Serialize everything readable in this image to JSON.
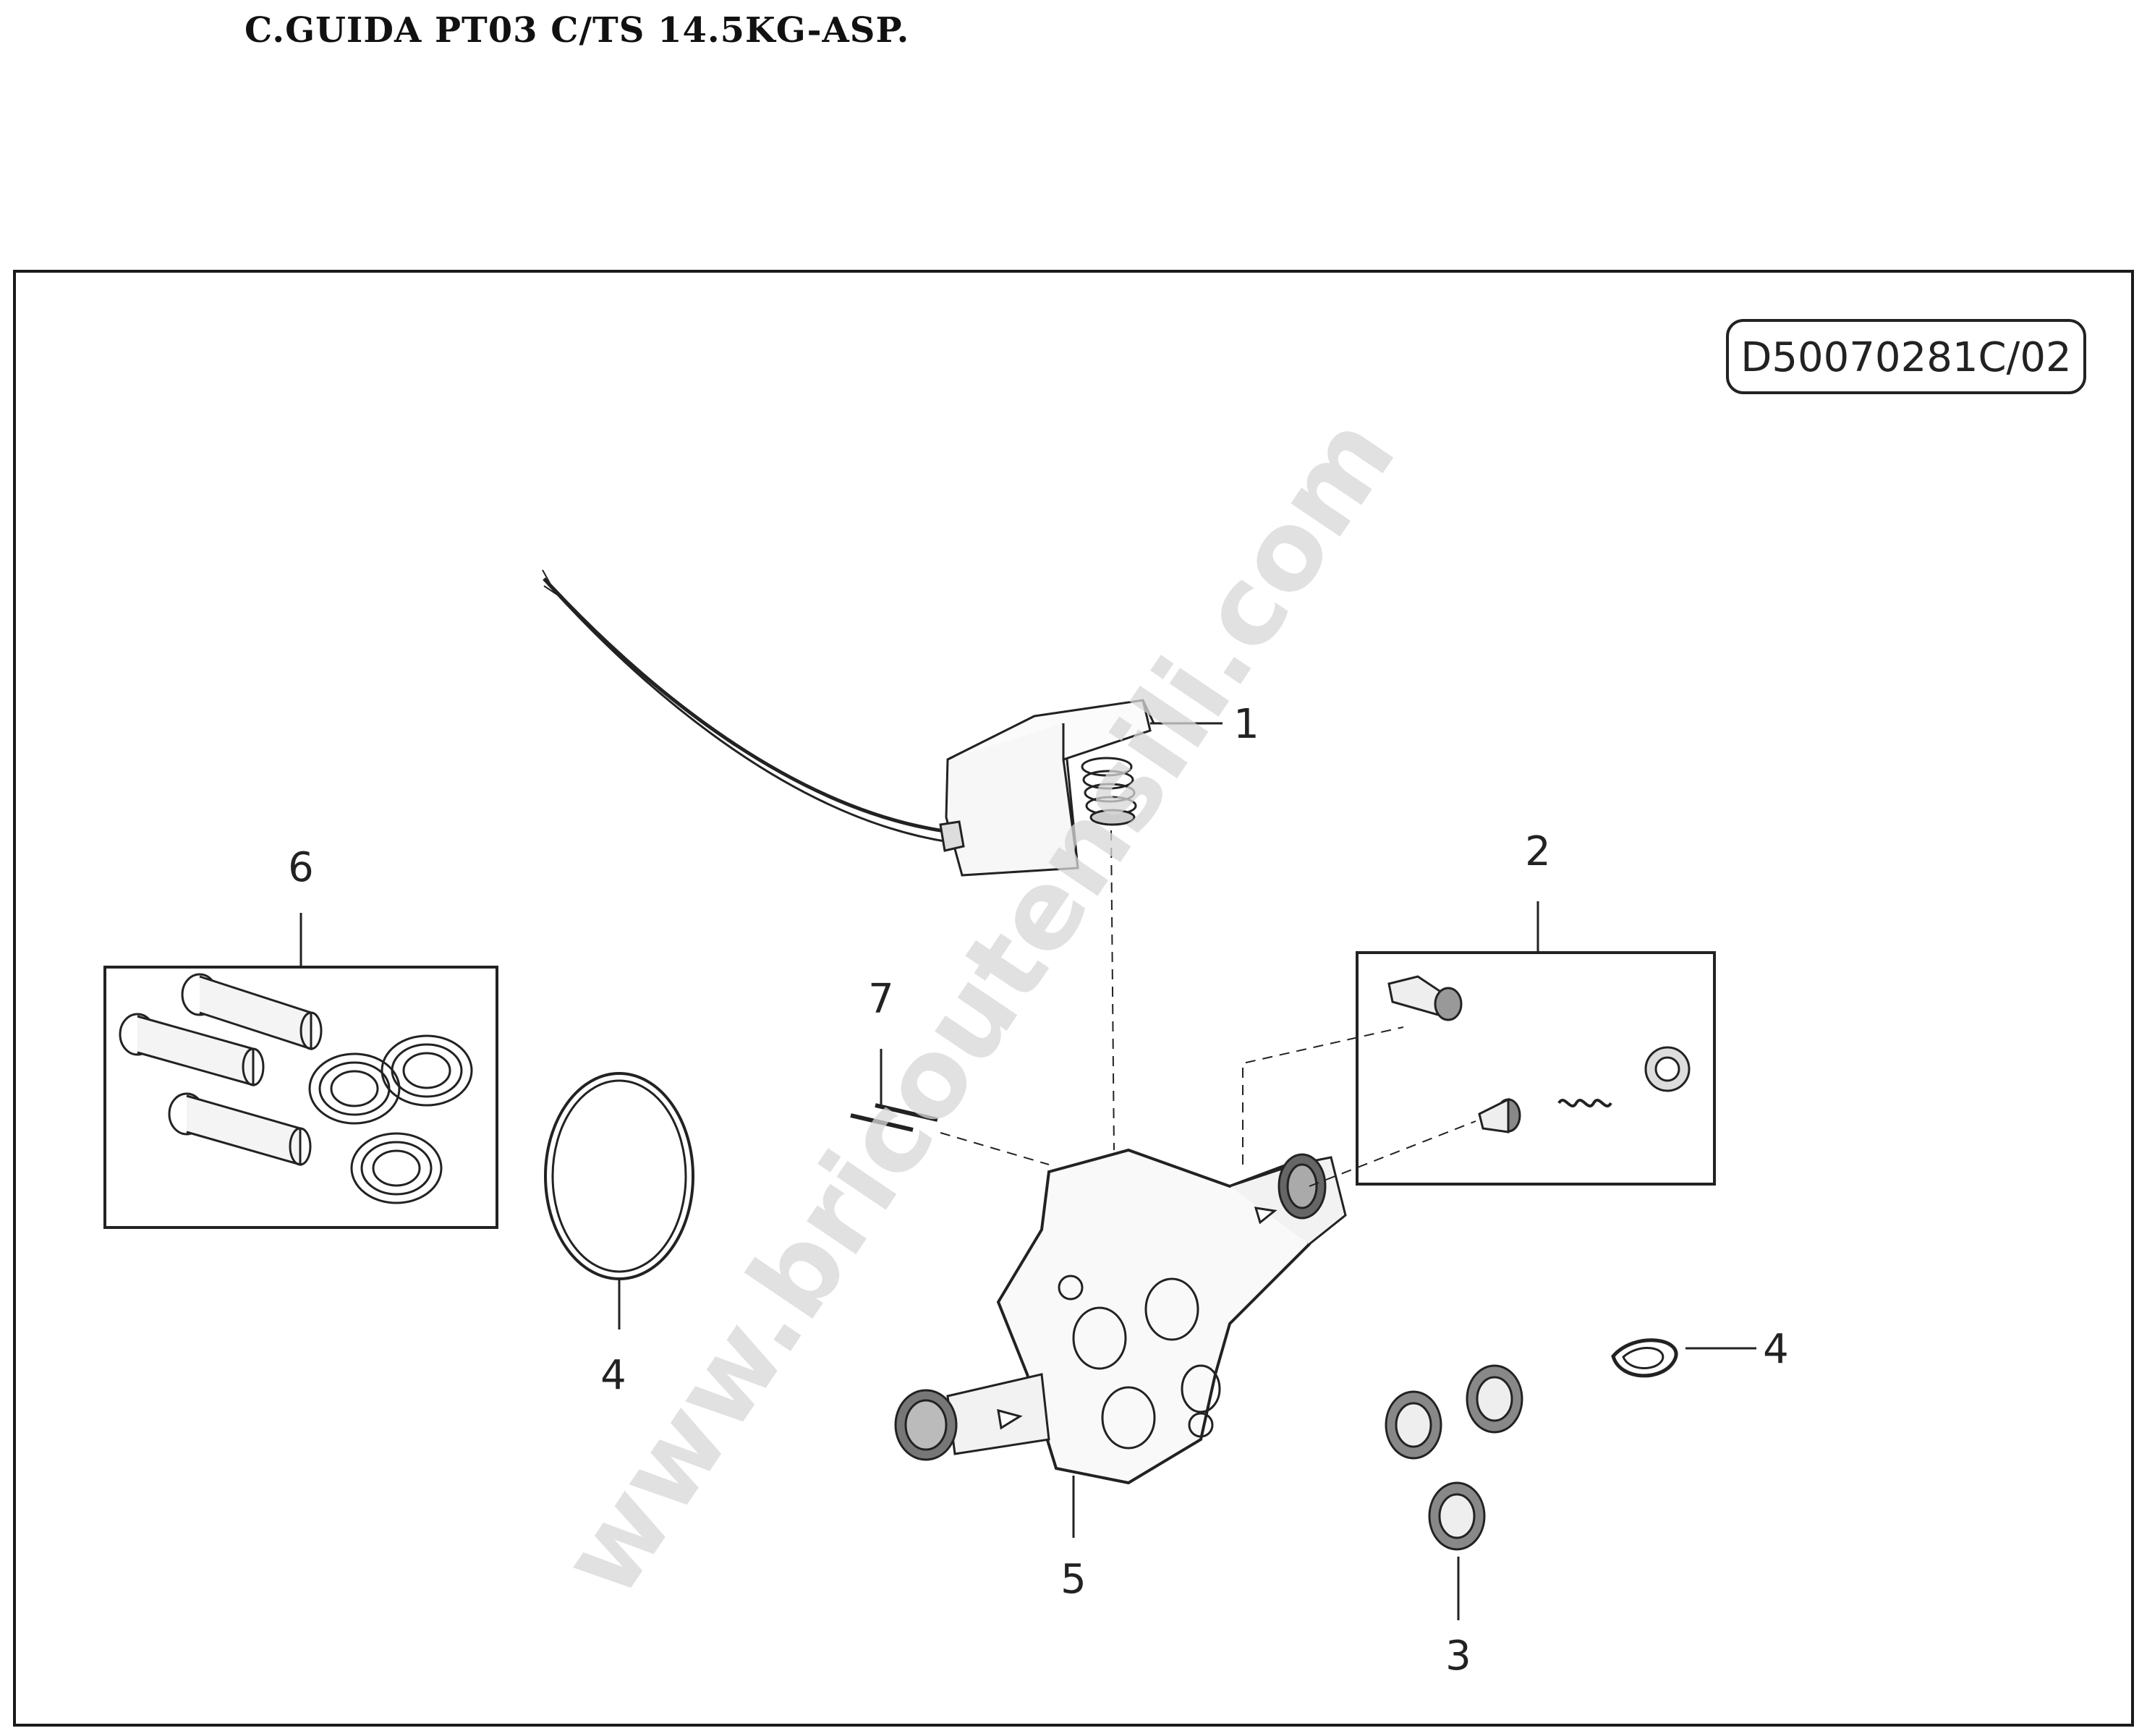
{
  "header": {
    "title": "C.GUIDA PT03 C/TS 14.5KG-ASP."
  },
  "drawing_code": "D50070281C/02",
  "watermark": "www.bricoutensili.com",
  "callouts": [
    {
      "id": "callout-1",
      "label": "1"
    },
    {
      "id": "callout-2",
      "label": "2"
    },
    {
      "id": "callout-3",
      "label": "3"
    },
    {
      "id": "callout-4-left",
      "label": "4"
    },
    {
      "id": "callout-4-right",
      "label": "4"
    },
    {
      "id": "callout-5",
      "label": "5"
    },
    {
      "id": "callout-6",
      "label": "6"
    },
    {
      "id": "callout-7",
      "label": "7"
    }
  ]
}
